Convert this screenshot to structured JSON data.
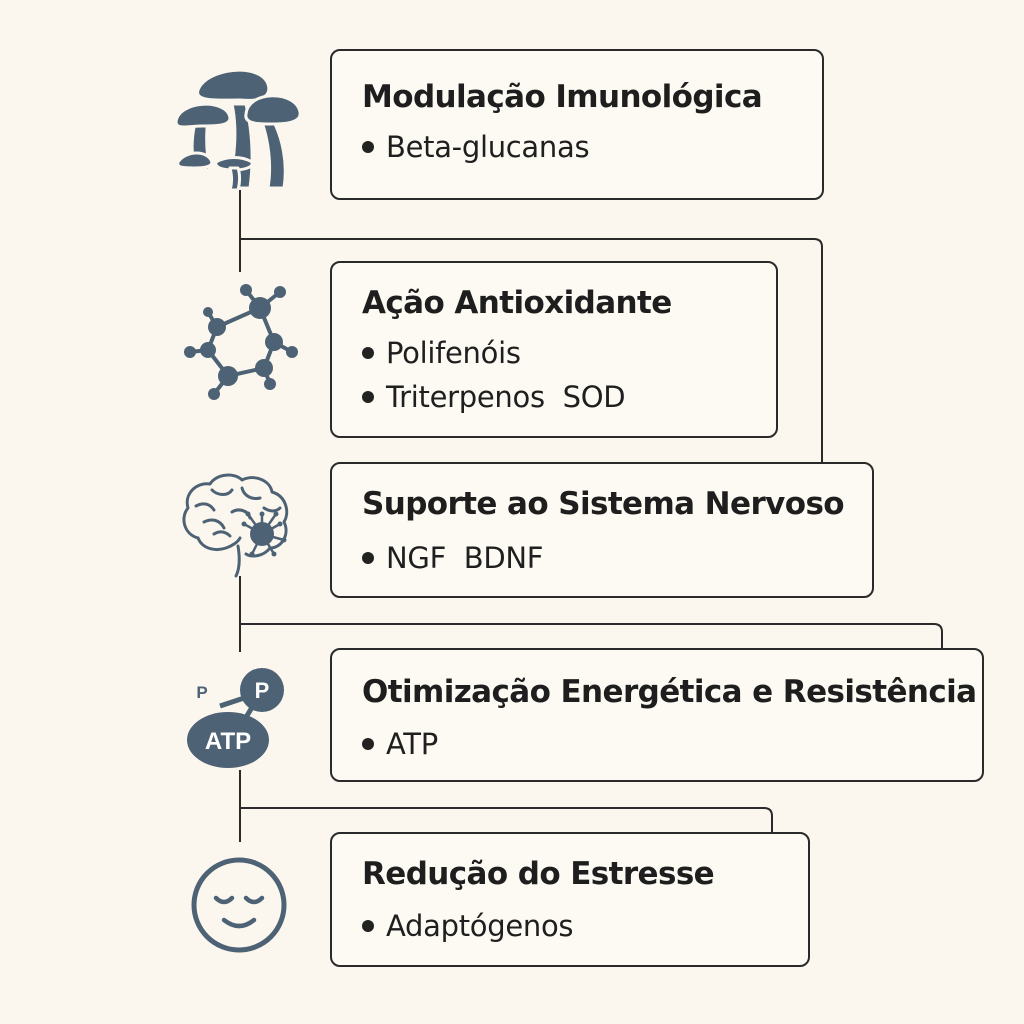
{
  "colors": {
    "background": "#fbf7ef",
    "box_border": "#2a2a2a",
    "icon": "#4d6274",
    "connector": "#2a2a2a"
  },
  "stages": [
    {
      "icon": "mushroom-icon",
      "title": "Modulação Imunológica",
      "items": [
        "Beta-glucanas"
      ]
    },
    {
      "icon": "molecule-icon",
      "title": "Ação Antioxidante",
      "items": [
        "Polifenóis",
        "Triterpenos  SOD"
      ]
    },
    {
      "icon": "brain-icon",
      "title": "Suporte ao Sistema Nervoso",
      "items": [
        "NGF  BDNF"
      ]
    },
    {
      "icon": "atp-icon",
      "title": "Otimização Energética e Resistência",
      "items": [
        "ATP"
      ],
      "icon_labels": [
        "P",
        "P",
        "ATP"
      ]
    },
    {
      "icon": "calm-face-icon",
      "title": "Redução do Estresse",
      "items": [
        "Adaptógenos"
      ]
    }
  ]
}
